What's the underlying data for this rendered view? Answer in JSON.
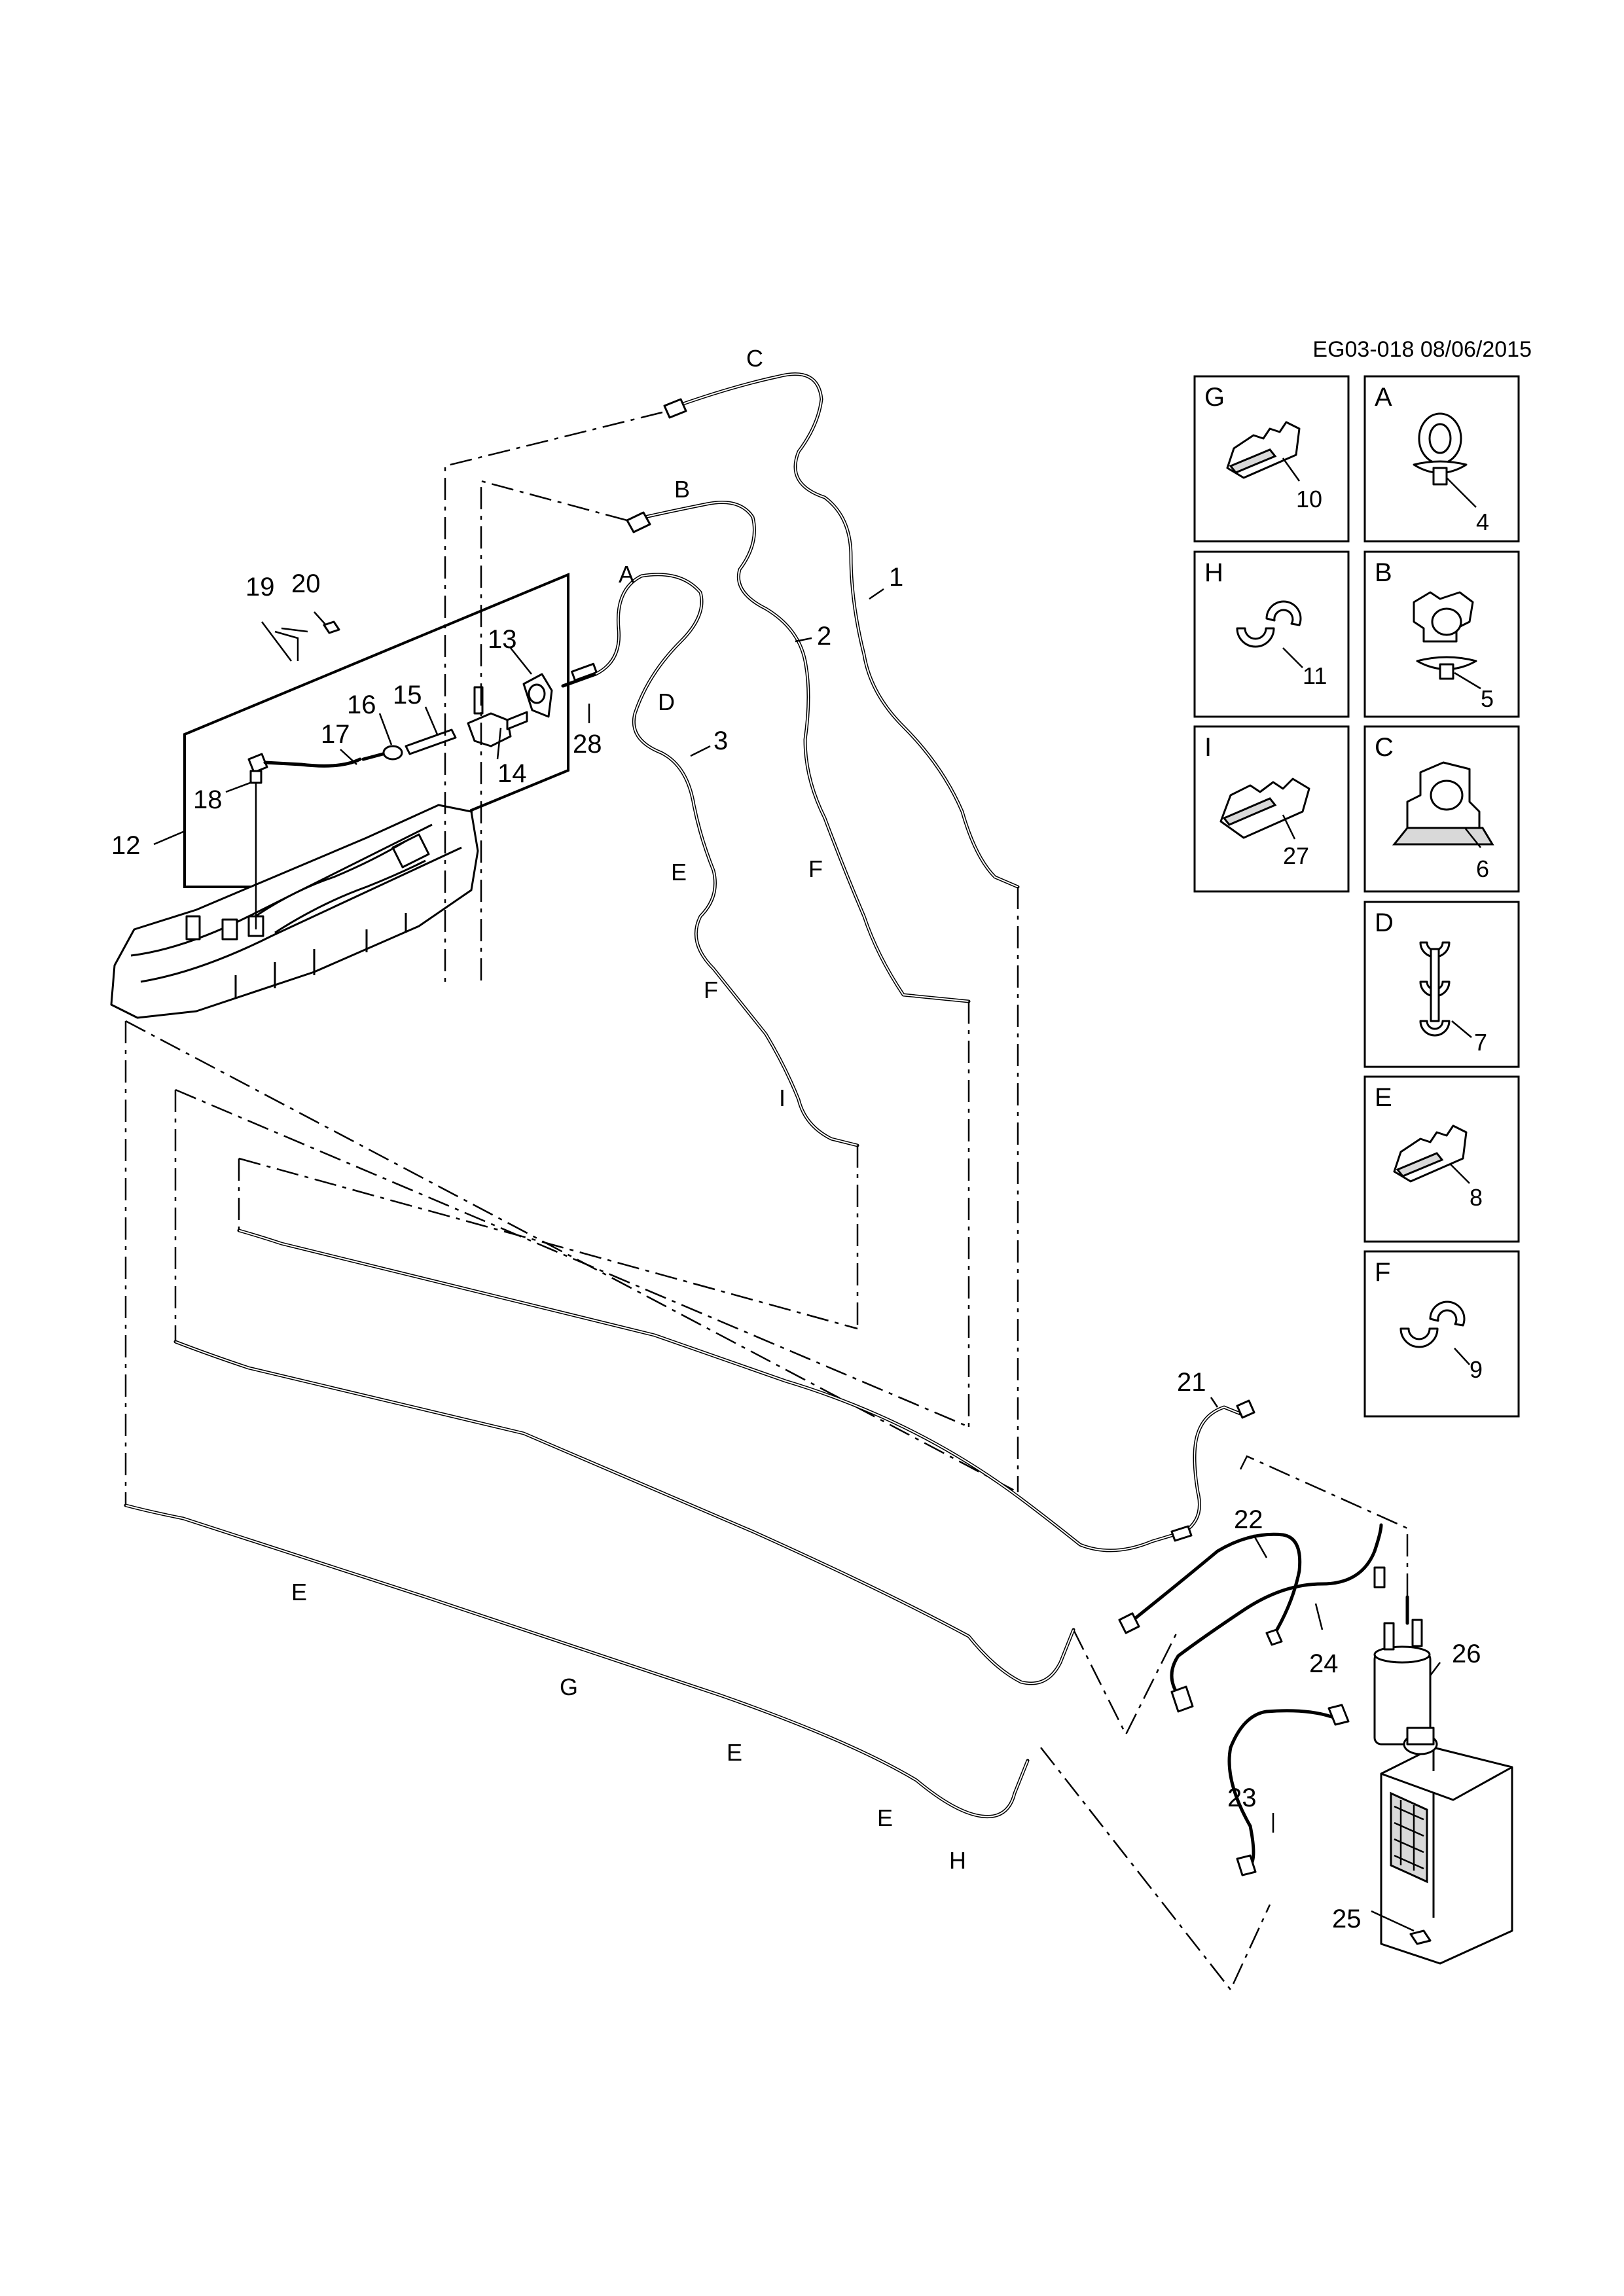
{
  "header": {
    "code": "EG03-018 08/06/2015"
  },
  "legend": [
    {
      "letter": "G",
      "number": "10"
    },
    {
      "letter": "A",
      "number": "4"
    },
    {
      "letter": "H",
      "number": "11"
    },
    {
      "letter": "B",
      "number": "5"
    },
    {
      "letter": "I",
      "number": "27"
    },
    {
      "letter": "C",
      "number": "6"
    },
    {
      "letter": "D",
      "number": "7"
    },
    {
      "letter": "E",
      "number": "8"
    },
    {
      "letter": "F",
      "number": "9"
    }
  ],
  "callouts": {
    "n1": "1",
    "n2": "2",
    "n3": "3",
    "n12": "12",
    "n13": "13",
    "n14": "14",
    "n15": "15",
    "n16": "16",
    "n17": "17",
    "n18": "18",
    "n19": "19",
    "n20": "20",
    "n21": "21",
    "n22": "22",
    "n23": "23",
    "n24": "24",
    "n25": "25",
    "n26": "26",
    "n28": "28"
  },
  "clip_markers": {
    "c": "C",
    "b": "B",
    "a": "A",
    "d": "D",
    "e1": "E",
    "f1": "F",
    "f2": "F",
    "i": "I",
    "e2": "E",
    "g": "G",
    "e3": "E",
    "e4": "E",
    "h": "H"
  }
}
